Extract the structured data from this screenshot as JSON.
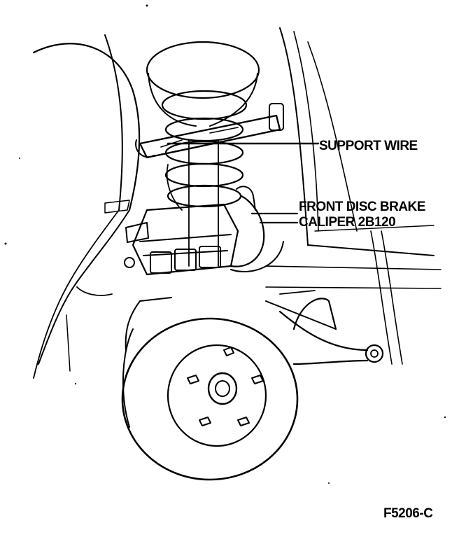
{
  "callouts": {
    "support_wire": "SUPPORT WIRE",
    "caliper_line1": "FRONT DISC BRAKE",
    "caliper_line2": "CALIPER 2B120"
  },
  "figure_id": "F5206-C",
  "colors": {
    "ink": "#000000",
    "paper": "#ffffff"
  }
}
